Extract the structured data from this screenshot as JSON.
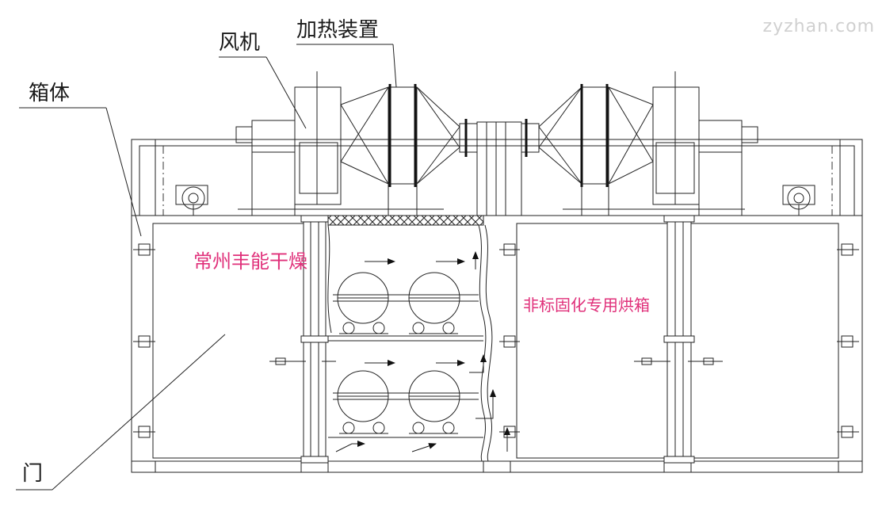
{
  "watermark": "zyzhan.com",
  "labels": {
    "fan": "风机",
    "heater": "加热装置",
    "cabinet": "箱体",
    "door": "门"
  },
  "captions": {
    "brand": "常州丰能干燥",
    "product": "非标固化专用烘箱"
  },
  "colors": {
    "caption": "#e0307a",
    "line": "#222222",
    "watermark": "#d0d0d0"
  }
}
